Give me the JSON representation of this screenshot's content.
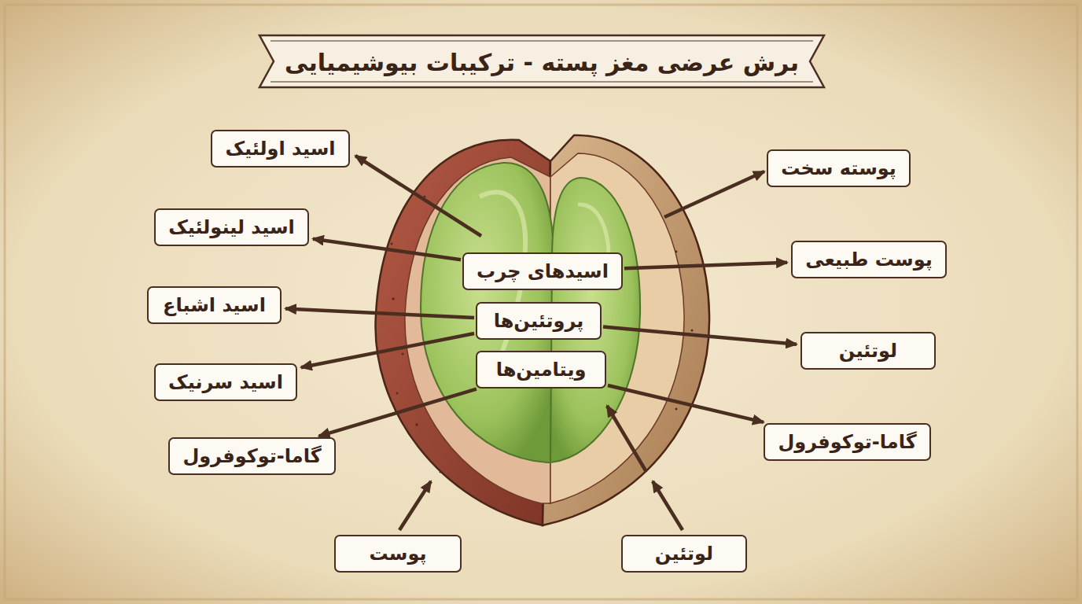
{
  "diagram": {
    "title": "برش عرضی مغز پسته - ترکیبات بیوشیمیایی",
    "nodes": [
      {
        "text": [
          "اسید اولئیک"
        ]
      },
      {
        "text": [
          "پوسته سخت"
        ]
      },
      {
        "text": [
          "اسید لینولئیک"
        ]
      },
      {
        "text": [
          "پوست طبیعی"
        ]
      },
      {
        "text": [
          "اسیدهای چرب"
        ]
      },
      {
        "text": [
          "اسید اشباع"
        ]
      },
      {
        "text": [
          "پروتئین‌ها"
        ]
      },
      {
        "text": [
          "لوتئین"
        ]
      },
      {
        "text": [
          "ویتامین‌ها"
        ]
      },
      {
        "text": [
          "اسید سرنیک"
        ]
      },
      {
        "text": [
          "گاما-توکوفرول"
        ]
      },
      {
        "text": [
          "گاما-توکوفرول"
        ]
      },
      {
        "text": [
          "پوست"
        ]
      },
      {
        "text": [
          "لوتئین"
        ]
      }
    ],
    "edges": [
      {
        "from": 4,
        "to": 2,
        "arrow": "to"
      },
      {
        "from": 4,
        "to": 3,
        "arrow": "to"
      },
      {
        "from": 6,
        "to": 5,
        "arrow": "to"
      },
      {
        "from": 6,
        "to": 9,
        "arrow": "to"
      },
      {
        "from": 6,
        "to": 7,
        "arrow": "to"
      },
      {
        "from": 8,
        "to": 11,
        "arrow": "to"
      },
      {
        "from": 8,
        "to": 10,
        "arrow": "to"
      }
    ]
  }
}
